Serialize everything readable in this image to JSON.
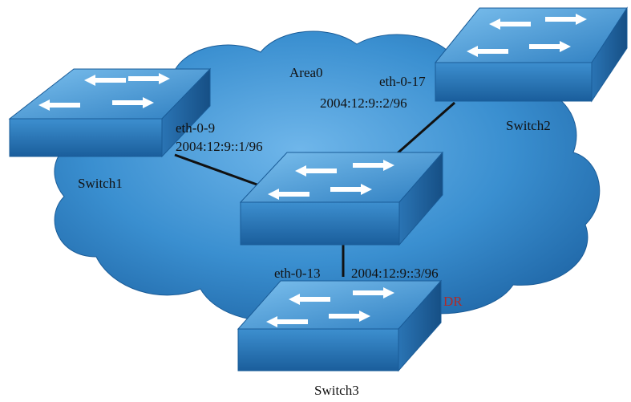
{
  "area": {
    "label": "Area0"
  },
  "switches": {
    "switch1": {
      "name": "Switch1",
      "port": "eth-0-9",
      "ip": "2004:12:9::1/96"
    },
    "switch2": {
      "name": "Switch2",
      "port": "eth-0-17",
      "ip": "2004:12:9::2/96"
    },
    "switch3": {
      "name": "Switch3",
      "port": "eth-0-13",
      "ip": "2004:12:9::3/96",
      "role": "DR"
    },
    "center": {
      "name": ""
    }
  },
  "colors": {
    "cloud": "#2f86c8",
    "switch_top": "#4a9bd6",
    "switch_front": "#1f6fb0",
    "link": "#111111",
    "dr": "#b02a2a"
  },
  "icons": {
    "switch": "network-switch-icon",
    "cloud": "ospf-area-cloud"
  }
}
